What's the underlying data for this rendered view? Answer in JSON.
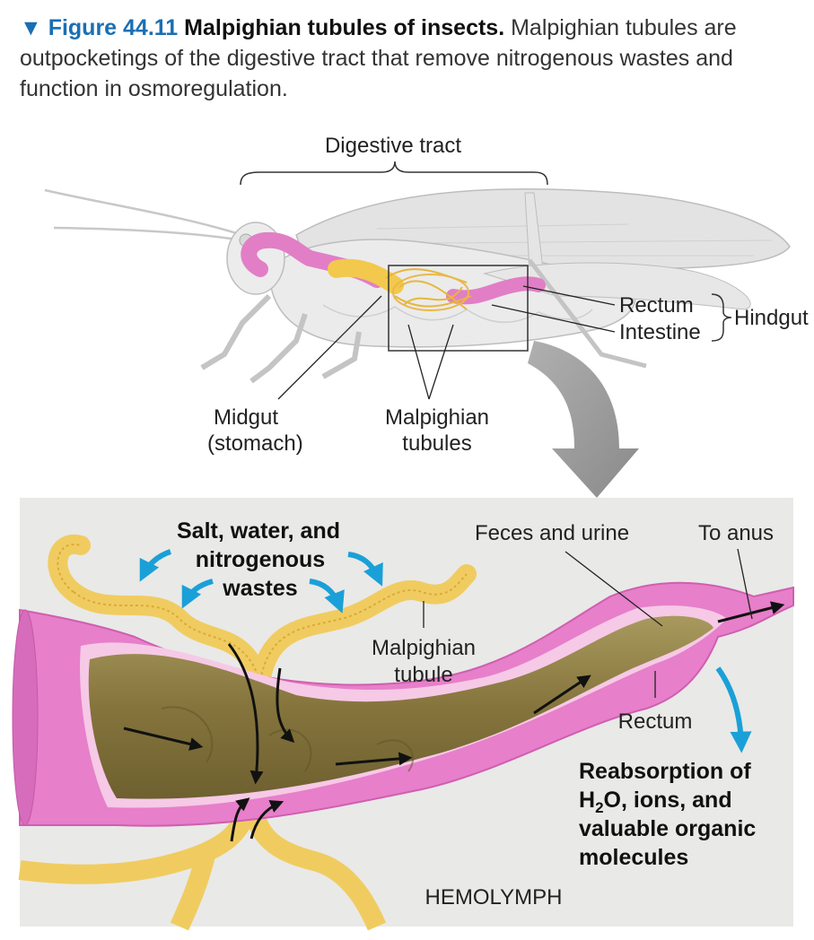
{
  "caption": {
    "figure_label": "▼ Figure 44.11",
    "title": "Malpighian tubules of insects.",
    "text": "Malpighian tubules are outpocketings of the digestive tract that remove nitrogenous wastes and function in osmoregulation."
  },
  "upper": {
    "digestive_tract": "Digestive tract",
    "rectum": "Rectum",
    "intestine": "Intestine",
    "hindgut": "Hindgut",
    "midgut_1": "Midgut",
    "midgut_2": "(stomach)",
    "malpighian_1": "Malpighian",
    "malpighian_2": "tubules"
  },
  "lower": {
    "salt_1": "Salt, water, and",
    "salt_2": "nitrogenous",
    "salt_3": "wastes",
    "feces": "Feces and urine",
    "to_anus": "To anus",
    "tubule_1": "Malpighian",
    "tubule_2": "tubule",
    "rectum": "Rectum",
    "reabs_1": "Reabsorption of",
    "reabs_2a": "H",
    "reabs_2sub": "2",
    "reabs_2b": "O, ions, and",
    "reabs_3": "valuable organic",
    "reabs_4": "molecules",
    "hemolymph": "HEMOLYMPH"
  },
  "colors": {
    "accent_blue": "#1aa0d8",
    "figure_blue": "#1a6fb3",
    "gut_pink": "#e07cc4",
    "tubule_yellow": "#f0cc60",
    "gut_content": "#8a7a44",
    "panel_bg": "#e9e9e7"
  }
}
